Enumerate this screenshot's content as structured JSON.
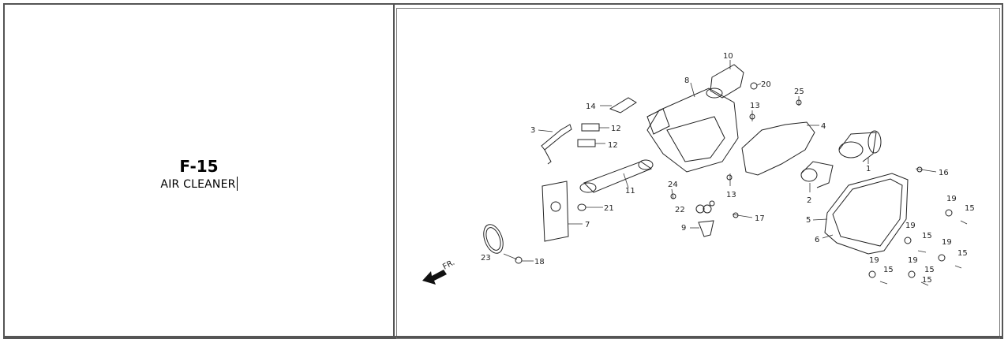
{
  "section": {
    "code": "F-15",
    "name": "AIR CLEANER"
  },
  "diagram": {
    "direction_label": "FR.",
    "callouts": [
      "1",
      "2",
      "3",
      "4",
      "5",
      "6",
      "7",
      "8",
      "9",
      "10",
      "11",
      "12",
      "12",
      "13",
      "13",
      "14",
      "15",
      "15",
      "15",
      "15",
      "15",
      "15",
      "16",
      "17",
      "18",
      "19",
      "19",
      "19",
      "19",
      "19",
      "19",
      "20",
      "21",
      "22",
      "23",
      "24",
      "25"
    ]
  }
}
